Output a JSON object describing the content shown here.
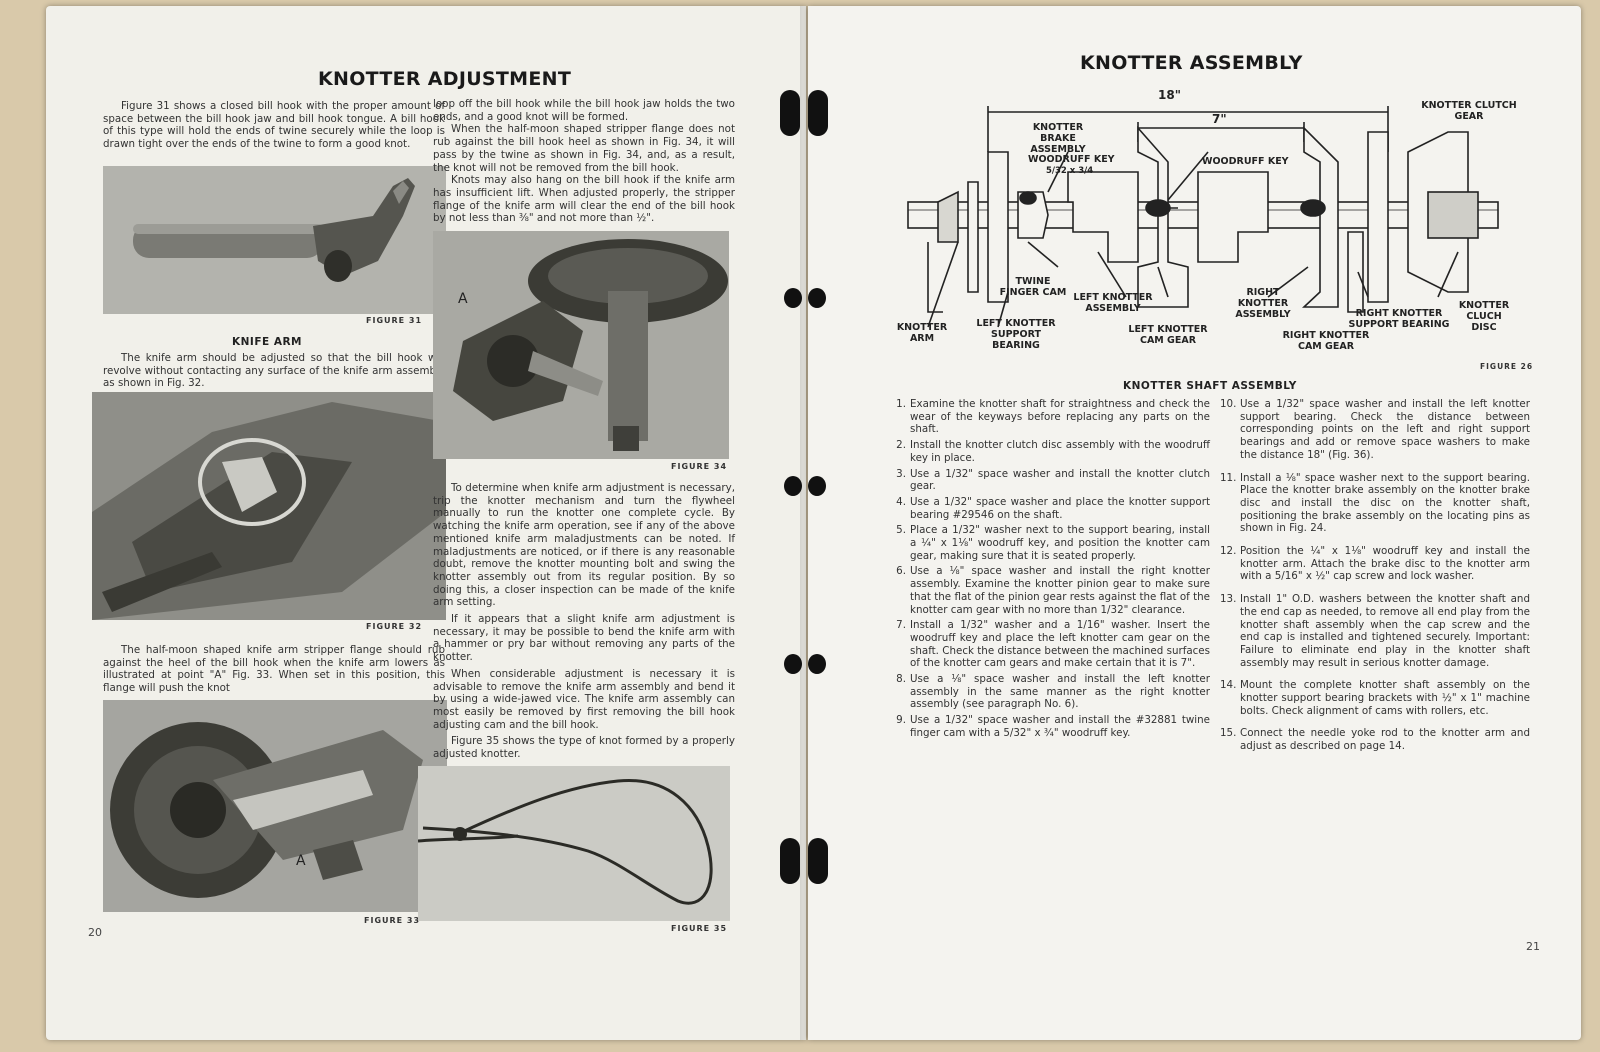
{
  "left_page": {
    "title": "KNOTTER ADJUSTMENT",
    "col1_intro": "Figure 31 shows a closed bill hook with the proper amount of space between the bill hook jaw and bill hook tongue. A bill hook of this type will hold the ends of twine securely while the loop is drawn tight over the ends of the twine to form a good knot.",
    "figure31": "FIGURE 31",
    "knife_arm_heading": "KNIFE ARM",
    "knife_arm_text": "The knife arm should be adjusted so that the bill hook will revolve without contacting any surface of the knife arm assembly as shown in Fig. 32.",
    "figure32": "FIGURE 32",
    "stripper_text": "The half-moon shaped knife arm stripper flange should rub against the heel of the bill hook when the knife arm lowers as illustrated at point \"A\" Fig. 33. When set in this position, this flange will push the knot",
    "figure33": "FIGURE 33",
    "photo33_label": "A",
    "col2_p1": "loop off the bill hook while the bill hook jaw holds the two ends, and a good knot will be formed.",
    "col2_p2": "When the half-moon shaped stripper flange does not rub against the bill hook heel as shown in Fig. 34, it will pass by the twine as shown in Fig. 34, and, as a result, the knot will not be removed from the bill hook.",
    "col2_p3": "Knots may also hang on the bill hook if the knife arm has insufficient lift. When adjusted properly, the stripper flange of the knife arm will clear the end of the bill hook by not less than ⅜\" and not more than ½\".",
    "figure34": "FIGURE 34",
    "photo34_label": "A",
    "col2_p4": "To determine when knife arm adjustment is necessary, trip the knotter mechanism and turn the flywheel manually to run the knotter one complete cycle. By watching the knife arm operation, see if any of the above mentioned knife arm maladjustments can be noted. If maladjustments are noticed, or if there is any reasonable doubt, remove the knotter mounting bolt and swing the knotter assembly out from its regular position. By so doing this, a closer inspection can be made of the knife arm setting.",
    "col2_p5": "If it appears that a slight knife arm adjustment is necessary, it may be possible to bend the knife arm with a hammer or pry bar without removing any parts of the knotter.",
    "col2_p6": "When considerable adjustment is necessary it is advisable to remove the knife arm assembly and bend it by using a wide-jawed vice. The knife arm assembly can most easily be removed by first removing the bill hook adjusting cam and the bill hook.",
    "col2_p7": "Figure 35 shows the type of knot formed by a properly adjusted knotter.",
    "figure35": "FIGURE 35",
    "page_number": "20"
  },
  "right_page": {
    "title": "KNOTTER ASSEMBLY",
    "diagram_labels": {
      "dim18": "18\"",
      "dim7": "7\"",
      "knotter_clutch_gear": "KNOTTER CLUTCH GEAR",
      "knotter_brake_assembly": "KNOTTER BRAKE ASSEMBLY",
      "woodruff_key_left": "WOODRUFF KEY",
      "woodruff_size": "5/32 x 3/4",
      "woodruff_key_right": "WOODRUFF KEY",
      "twine_finger_cam": "TWINE FINGER CAM",
      "left_knotter_assembly": "LEFT KNOTTER ASSEMBLY",
      "right_knotter_assembly": "RIGHT KNOTTER ASSEMBLY",
      "knotter_arm": "KNOTTER ARM",
      "left_knotter_support_bearing": "LEFT KNOTTER SUPPORT BEARING",
      "left_knotter_cam_gear": "LEFT KNOTTER CAM GEAR",
      "right_knotter_cam_gear": "RIGHT KNOTTER CAM GEAR",
      "right_knotter_support_bearing": "RIGHT KNOTTER SUPPORT BEARING",
      "knotter_clutch_disc": "KNOTTER CLUCH DISC"
    },
    "figure26": "FIGURE 26",
    "shaft_heading": "KNOTTER SHAFT ASSEMBLY",
    "steps_left": [
      {
        "n": "1.",
        "text": "Examine the knotter shaft for straightness and check the wear of the keyways before replacing any parts on the shaft."
      },
      {
        "n": "2.",
        "text": "Install the knotter clutch disc assembly with the woodruff key in place."
      },
      {
        "n": "3.",
        "text": "Use a 1/32\" space washer and install the knotter clutch gear."
      },
      {
        "n": "4.",
        "text": "Use a 1/32\" space washer and place the knotter support bearing #29546 on the shaft."
      },
      {
        "n": "5.",
        "text": "Place a 1/32\" washer next to the support bearing, install a ¼\" x 1⅛\" woodruff key, and position the knotter cam gear, making sure that it is seated properly."
      },
      {
        "n": "6.",
        "text": "Use a ⅛\" space washer and install the right knotter assembly. Examine the knotter pinion gear to make sure that the flat of the pinion gear rests against the flat of the knotter cam gear with no more than 1/32\" clearance."
      },
      {
        "n": "7.",
        "text": "Install a 1/32\" washer and a 1/16\" washer. Insert the woodruff key and place the left knotter cam gear on the shaft. Check the distance between the machined surfaces of the knotter cam gears and make certain that it is 7\"."
      },
      {
        "n": "8.",
        "text": "Use a ⅛\" space washer and install the left knotter assembly in the same manner as the right knotter assembly (see paragraph No. 6)."
      },
      {
        "n": "9.",
        "text": "Use a 1/32\" space washer and install the #32881 twine finger cam with a 5/32\" x ¾\" woodruff key."
      }
    ],
    "steps_right": [
      {
        "n": "10.",
        "text": "Use a 1/32\" space washer and install the left knotter support bearing. Check the distance between corresponding points on the left and right support bearings and add or remove space washers to make the distance 18\" (Fig. 36)."
      },
      {
        "n": "11.",
        "text": "Install a ⅛\" space washer next to the support bearing. Place the knotter brake assembly on the knotter brake disc and install the disc on the knotter shaft, positioning the brake assembly on the locating pins as shown in Fig. 24."
      },
      {
        "n": "12.",
        "text": "Position the ¼\" x 1⅛\" woodruff key and install the knotter arm. Attach the brake disc to the knotter arm with a 5/16\" x ½\" cap screw and lock washer."
      },
      {
        "n": "13.",
        "text": "Install 1\" O.D. washers between the knotter shaft and the end cap as needed, to remove all end play from the knotter shaft assembly when the cap screw and the end cap is installed and tightened securely. Important: Failure to eliminate end play in the knotter shaft assembly may result in serious knotter damage."
      },
      {
        "n": "14.",
        "text": "Mount the complete knotter shaft assembly on the knotter support bearing brackets with ½\" x 1\" machine bolts. Check alignment of cams with rollers, etc."
      },
      {
        "n": "15.",
        "text": "Connect the needle yoke rod to the knotter arm and adjust as described on page 14."
      }
    ],
    "page_number": "21"
  }
}
